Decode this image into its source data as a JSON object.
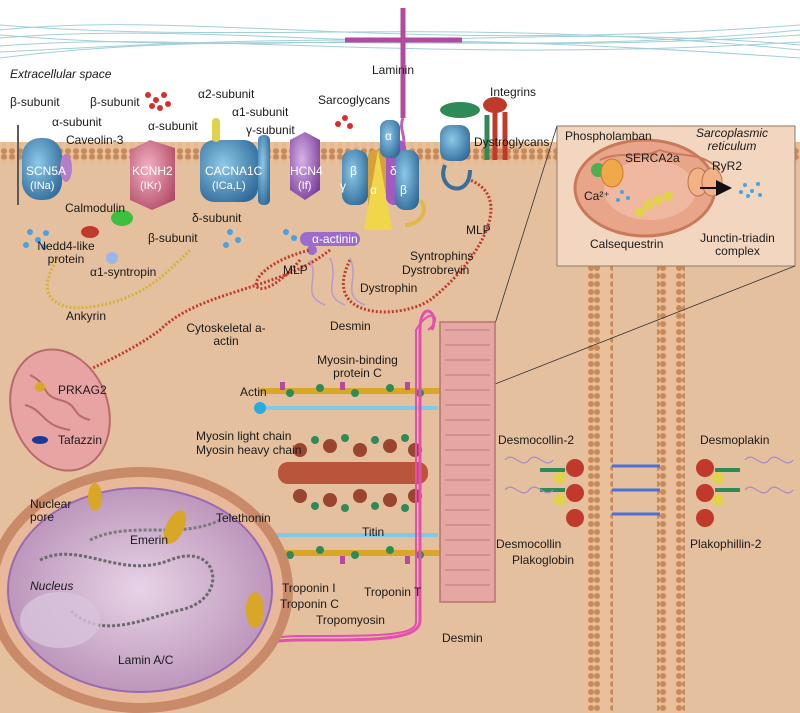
{
  "labels": {
    "extracellular_space": "Extracellular space",
    "laminin": "Laminin",
    "integrins": "Integrins",
    "sarcoglycans": "Sarcoglycans",
    "dystroglycans": "Dystroglycans",
    "sarcoplasmic_reticulum": "Sarcoplasmic reticulum",
    "phospholamban": "Phospholamban",
    "serca2a": "SERCA2a",
    "ryr2": "RyR2",
    "ca2": "Ca²⁺",
    "calsequestrin": "Calsequestrin",
    "junctin_triadin": "Junctin-triadin complex",
    "beta_subunit_1": "β-subunit",
    "alpha_subunit_1": "α-subunit",
    "caveolin3": "Caveolin-3",
    "beta_subunit_2": "β-subunit",
    "alpha_subunit_2": "α-subunit",
    "alpha2_subunit": "α2-subunit",
    "alpha1_subunit": "α1-subunit",
    "gamma_subunit": "γ-subunit",
    "scn5a": "SCN5A",
    "scn5a_current": "(INa)",
    "kcnh2": "KCNH2",
    "kcnh2_current": "(IKr)",
    "cacna1c": "CACNA1C",
    "cacna1c_current": "(ICa,L)",
    "hcn4": "HCN4",
    "hcn4_current": "(If)",
    "calmodulin": "Calmodulin",
    "nedd4": "Nedd4-like protein",
    "alpha1_syntropin": "α1-syntropin",
    "delta_subunit": "δ-subunit",
    "beta_subunit_3": "β-subunit",
    "alpha_actinin": "α-actinin",
    "mlp_1": "MLP",
    "mlp_2": "MLP",
    "syntrophins": "Syntrophins",
    "dystrobrevin": "Dystrobrevin",
    "dystrophin": "Dystrophin",
    "desmin_1": "Desmin",
    "ankyrin": "Ankyrin",
    "cytoskeletal_actin": "Cytoskeletal a-actin",
    "prkag2": "PRKAG2",
    "tafazzin": "Tafazzin",
    "myosin_binding_c": "Myosin-binding protein C",
    "actin": "Actin",
    "myosin_light_chain": "Myosin light chain",
    "myosin_heavy_chain": "Myosin heavy chain",
    "telethonin": "Telethonin",
    "titin": "Titin",
    "troponin_i": "Troponin I",
    "troponin_c": "Troponin C",
    "troponin_t": "Troponin T",
    "tropomyosin": "Tropomyosin",
    "desmin_2": "Desmin",
    "nuclear_pore": "Nuclear pore",
    "emerin": "Emerin",
    "nucleus": "Nucleus",
    "lamin": "Lamin A/C",
    "desmocollin2": "Desmocollin-2",
    "desmoplakin": "Desmoplakin",
    "desmocollin": "Desmocollin",
    "plakoglobin": "Plakoglobin",
    "plakophillin2": "Plakophillin-2",
    "alpha_in_sarcoglycan": "α",
    "beta_in_sarcoglycan": "β",
    "beta_in_sarcoglycan_2": "β",
    "delta_in_sarcoglycan": "δ",
    "gamma_in_sarcoglycan": "γ",
    "alpha_in_dystroglycan": "α"
  },
  "colors": {
    "cytoplasm": "#e7c3a3",
    "membrane": "#d9a47a",
    "sr_panel": "#f3d9c4",
    "actin": "#d9a728",
    "myosin": "#9a4530",
    "titin": "#7fc8e8",
    "desmin": "#e6a9a4",
    "cytoskeletal_actin": "#c0392b",
    "ankyrin": "#d6b23a",
    "laminin": "#c45fb0",
    "alpha_actinin": "#9b6cc9",
    "nucleus": "#c9a3c9",
    "sodium_ion": "#2f7fd6",
    "potassium_ion": "#d62f2f",
    "fiber_blue": "#7ab8c8"
  }
}
